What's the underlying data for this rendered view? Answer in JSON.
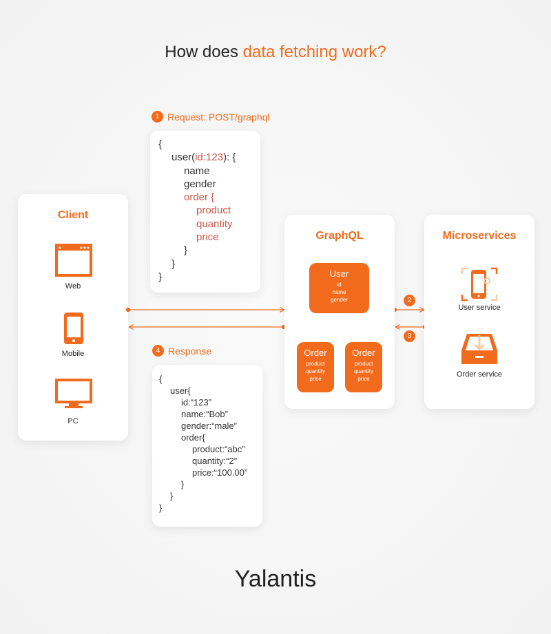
{
  "title": {
    "prefix": "How does ",
    "highlight": "data fetching work?"
  },
  "steps": [
    {
      "num": "1",
      "label": "Request: POST/graphql"
    },
    {
      "num": "2"
    },
    {
      "num": "3"
    },
    {
      "num": "4",
      "label": "Response"
    }
  ],
  "request_lines": [
    "{",
    "user(",
    "id:123",
    "): {",
    "name",
    "gender",
    "order {",
    "product",
    "quantity",
    "price",
    "}",
    "}",
    "}"
  ],
  "response_lines": [
    "{",
    "user{",
    "id:“123”",
    "name:“Bob”",
    "gender:“male”",
    "order{",
    "product:“abc”",
    "quantity:“2”",
    "price:“100.00”",
    "}",
    "}",
    "}"
  ],
  "client": {
    "title": "Client",
    "items": [
      "Web",
      "Mobile",
      "PC"
    ]
  },
  "graphql": {
    "title": "GraphQL",
    "user": {
      "title": "User",
      "fields": [
        "id",
        "name",
        "gender"
      ]
    },
    "order": {
      "title": "Order",
      "fields": [
        "product",
        "quantity",
        "price"
      ]
    }
  },
  "microservices": {
    "title": "Microservices",
    "items": [
      "User service",
      "Order service"
    ]
  },
  "logo": "Yalantis",
  "colors": {
    "accent": "#f26b1d"
  }
}
